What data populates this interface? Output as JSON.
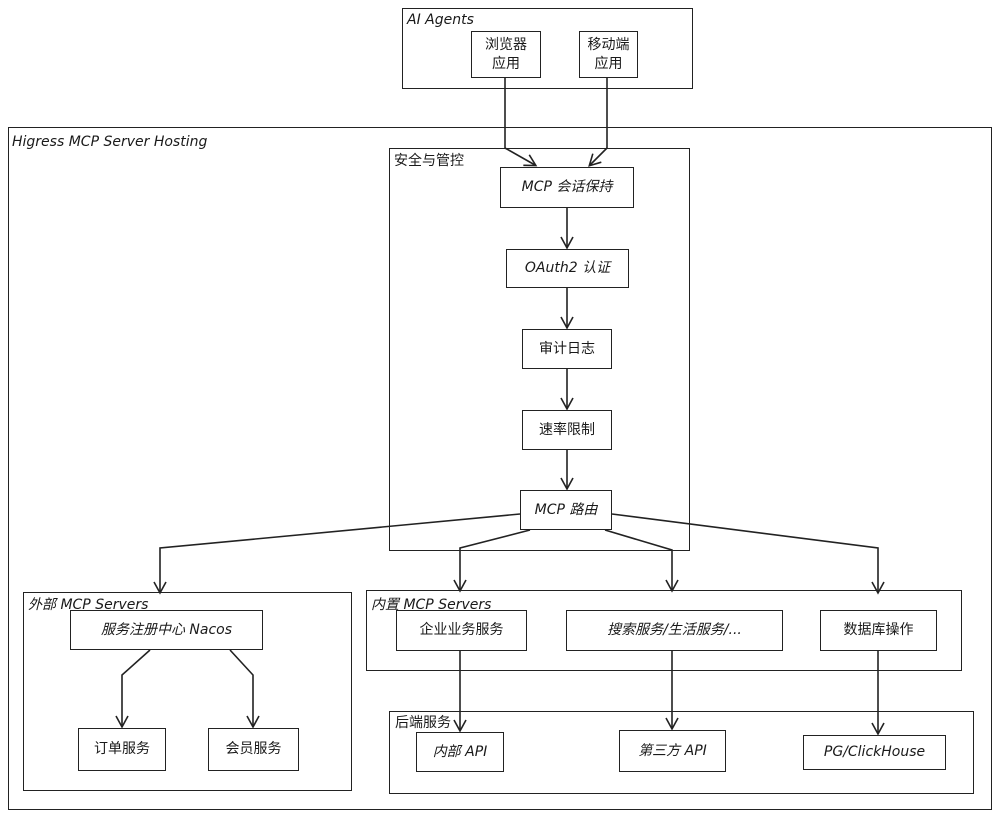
{
  "agents": {
    "title": "AI Agents",
    "browser_app": [
      "浏览器",
      "应用"
    ],
    "mobile_app": [
      "移动端",
      "应用"
    ]
  },
  "hosting": {
    "title": "Higress MCP Server Hosting",
    "security": {
      "title": "安全与管控",
      "steps": [
        "MCP 会话保持",
        "OAuth2 认证",
        "审计日志",
        "速率限制",
        "MCP 路由"
      ]
    }
  },
  "external": {
    "title": "外部 MCP Servers",
    "registry": "服务注册中心 Nacos",
    "order_service": "订单服务",
    "member_service": "会员服务"
  },
  "builtin": {
    "title": "内置 MCP Servers",
    "enterprise": "企业业务服务",
    "search": "搜索服务/生活服务/...",
    "database": "数据库操作"
  },
  "backend": {
    "title": "后端服务",
    "internal_api": "内部 API",
    "third_party_api": "第三方 API",
    "db": "PG/ClickHouse"
  }
}
